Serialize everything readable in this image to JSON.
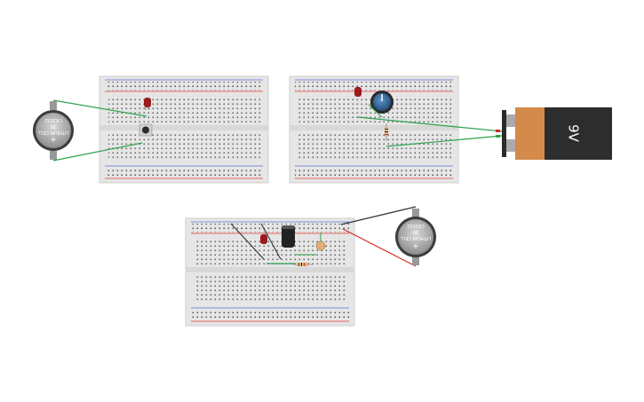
{
  "circuit": {
    "coin_cell_label_lines": [
      "CR2032",
      "3V",
      "LITHIUM CELL"
    ],
    "coin_cell_plus": "+",
    "battery_9v_label": "9V",
    "colors": {
      "wire_green": "#2ea44f",
      "wire_red": "#d12a2a",
      "wire_black": "#333333",
      "led_red": "#9b1c1c",
      "breadboard_bg": "#e9e9e9",
      "rail_red": "#e53935",
      "rail_blue": "#5b6fd6",
      "battery_copper": "#d48a4a",
      "battery_body": "#2d2d2d",
      "pot_knob": "#2a5c8c",
      "capacitor": "#222222"
    }
  },
  "components": {
    "breadboards": [
      "breadboard-1",
      "breadboard-2",
      "breadboard-3"
    ],
    "coin_cells": [
      "coin-cell-1",
      "coin-cell-2"
    ],
    "leds": [
      "led-1",
      "led-2",
      "led-3"
    ],
    "others": [
      "pushbutton",
      "potentiometer",
      "resistor-1",
      "resistor-2",
      "capacitor",
      "photoresistor",
      "battery-9v"
    ]
  }
}
